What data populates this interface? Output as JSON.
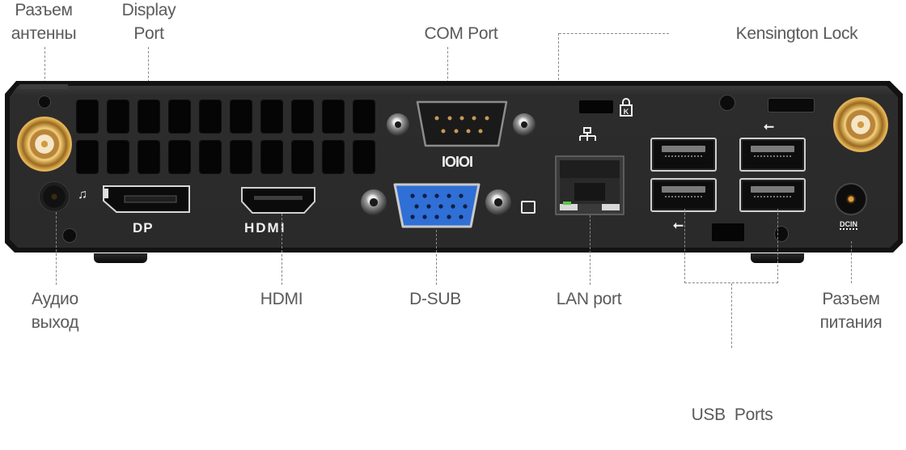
{
  "diagram": {
    "subject": "Mini PC rear panel connectors",
    "top_labels": [
      {
        "id": "antenna-connector",
        "lines": [
          "Разъем",
          "антенны"
        ]
      },
      {
        "id": "display-port",
        "lines": [
          "Display",
          "Port"
        ]
      },
      {
        "id": "com-port",
        "lines": [
          "COM Port"
        ]
      },
      {
        "id": "kensington-lock",
        "lines": [
          "Kensington Lock"
        ]
      }
    ],
    "bottom_labels": [
      {
        "id": "audio-out",
        "lines": [
          "Аудио",
          "выход"
        ]
      },
      {
        "id": "hdmi",
        "lines": [
          "HDMI"
        ]
      },
      {
        "id": "d-sub",
        "lines": [
          "D-SUB"
        ]
      },
      {
        "id": "lan-port",
        "lines": [
          "LAN port"
        ]
      },
      {
        "id": "usb-ports",
        "lines": [
          "USB  Ports"
        ]
      },
      {
        "id": "power-connector",
        "lines": [
          "Разъем",
          "питания"
        ]
      }
    ],
    "panel_markings": {
      "dp": "DP",
      "hdmi": "HDMI",
      "com": "IOIOI",
      "dcin": "DCIN",
      "kensington": "K"
    },
    "colors": {
      "label_text": "#5a5a5a",
      "leader_line": "#8a8a8a",
      "panel": "#2e2e2e",
      "vga_port": "#2f6fd6",
      "antenna_gold": "#d9a443"
    }
  }
}
